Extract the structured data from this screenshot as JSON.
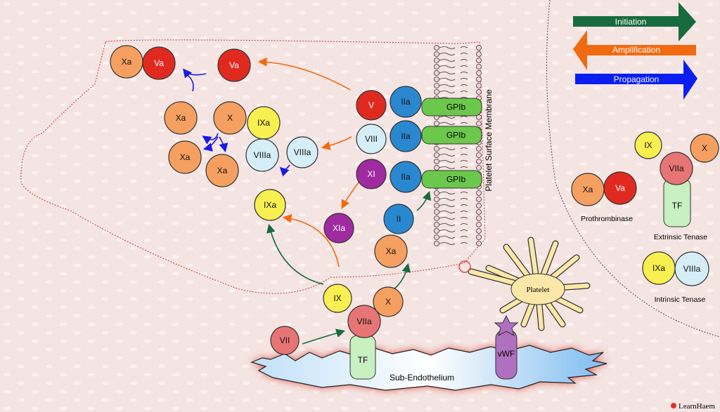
{
  "legend": {
    "initiation": "Initiation",
    "amplification": "Amplification",
    "propagation": "Propagation"
  },
  "colors": {
    "initiation": "#176b3d",
    "amplification": "#f26a10",
    "propagation": "#0a1ef0",
    "factor_x": "#f5a060",
    "factor_v": "#e02a20",
    "factor_ix": "#f8ef50",
    "factor_viii": "#d6eef8",
    "factor_ii": "#2a88d0",
    "factor_xi": "#a02aa0",
    "factor_vii": "#e87575",
    "gpib": "#6cc84c",
    "tf": "#c8f0c0"
  },
  "main": {
    "xa_va_complex": {
      "xa": "Xa",
      "va": "Va"
    },
    "va_free": "Va",
    "xa_1": "Xa",
    "x_bound": "X",
    "ixa_bound": "IXa",
    "viiia_bound": "VIIIa",
    "xa_2": "Xa",
    "xa_3": "Xa",
    "viiia_free": "VIIIa",
    "ixa_free": "IXa",
    "v": "V",
    "viii": "VIII",
    "xi": "XI",
    "iia_1": "IIa",
    "iia_2": "IIa",
    "iia_3": "IIa",
    "gpib_1": "GPIb",
    "gpib_2": "GPIb",
    "gpib_3": "GPIb",
    "xia": "XIa",
    "ii": "II",
    "xa_4": "Xa",
    "ix": "IX",
    "x": "X",
    "viia": "VIIa",
    "tf": "TF",
    "vii": "VII",
    "membrane_label": "Platelet Surface Membrane",
    "platelet": "Platelet",
    "vwf": "vWF",
    "sub_endothelium": "Sub-Endothelium"
  },
  "side_panel": {
    "prothrombinase": {
      "xa": "Xa",
      "va": "Va",
      "label": "Prothrombinase"
    },
    "extrinsic_tenase": {
      "ix": "IX",
      "x": "X",
      "viia": "VIIa",
      "tf": "TF",
      "label": "Extrinsic Tenase"
    },
    "intrinsic_tenase": {
      "ixa": "IXa",
      "viiia": "VIIIa",
      "label": "Intrinsic Tenase"
    }
  },
  "watermark": "LearnHaem"
}
